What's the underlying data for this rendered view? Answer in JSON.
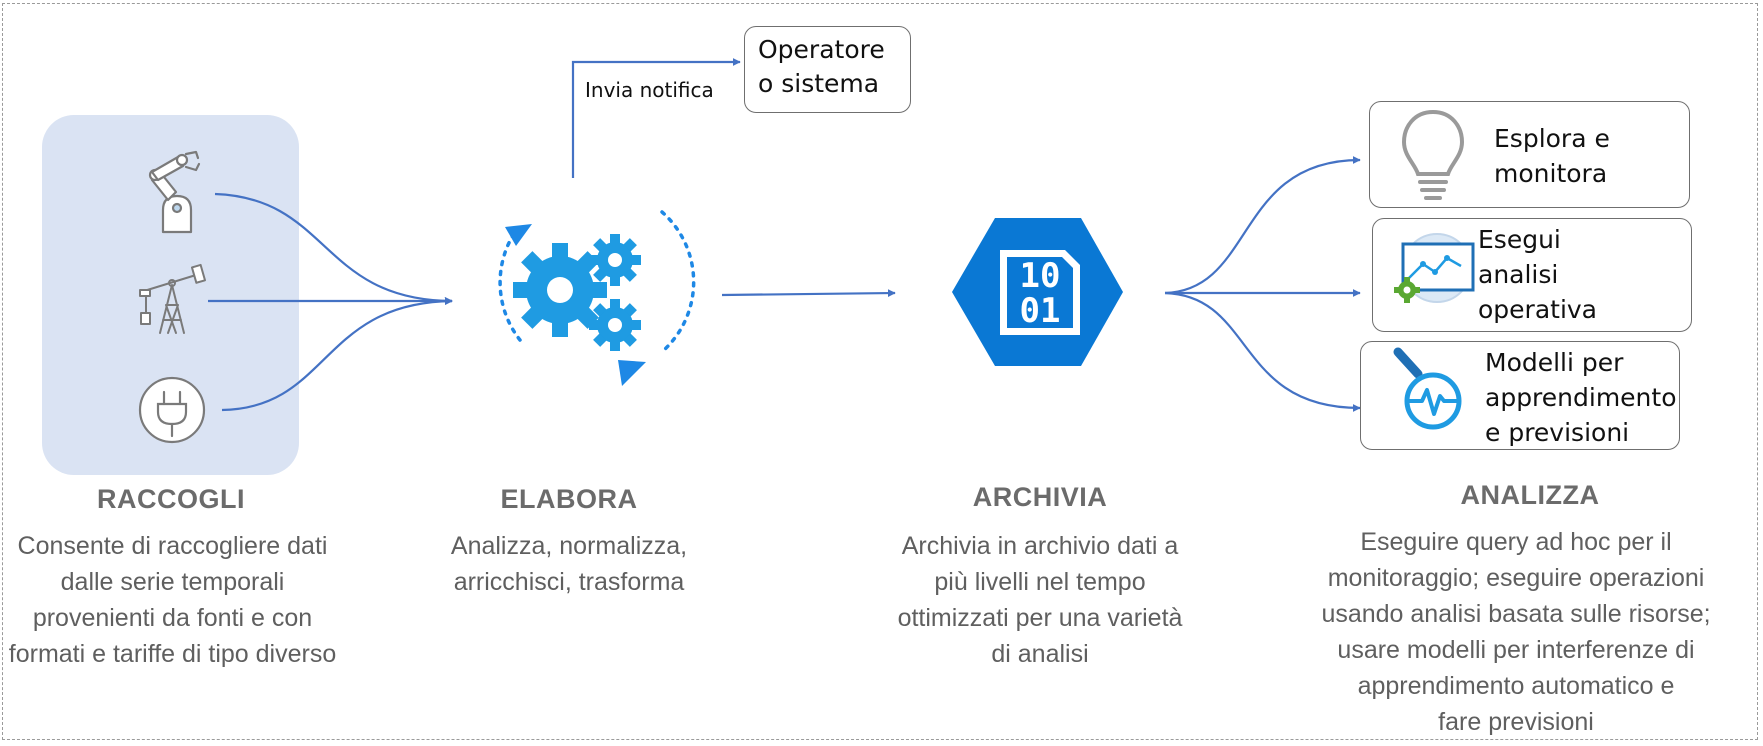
{
  "stages": [
    {
      "title": "RACCOGLI",
      "description": "Consente di raccogliere dati\ndalle serie temporali\nprovenienti da fonti e con\nformati e tariffe di tipo diverso"
    },
    {
      "title": "ELABORA",
      "description": "Analizza, normalizza,\narricchisci, trasforma"
    },
    {
      "title": "ARCHIVIA",
      "description": "Archivia in archivio dati a\npiù livelli nel tempo\nottimizzati per una varietà\ndi analisi"
    },
    {
      "title": "ANALIZZA",
      "description": "Eseguire query ad hoc per il\nmonitoraggio; eseguire operazioni\nusando analisi basata sulle risorse;\nusare modelli per interferenze di\napprendimento automatico e\nfare previsioni"
    }
  ],
  "notification": {
    "label": "Invia notifica",
    "target": "Operatore\no sistema"
  },
  "storage_icon": {
    "line1": "10",
    "line2": "01"
  },
  "outputs": [
    {
      "label": "Esplora e\nmonitora",
      "icon": "lightbulb-icon"
    },
    {
      "label": "Esegui\nanalisi\noperativa",
      "icon": "chart-monitor-icon"
    },
    {
      "label": "Modelli per\napprendimento\ne previsioni",
      "icon": "magnifier-pulse-icon"
    }
  ],
  "source_icons": [
    "robot-arm-icon",
    "oil-pump-icon",
    "power-plug-icon"
  ],
  "colors": {
    "arrow": "#4472c4",
    "accent": "#1e88e5",
    "source_panel": "#dae3f3",
    "hexagon": "#0a78d4",
    "gear": "#1f9be2"
  }
}
